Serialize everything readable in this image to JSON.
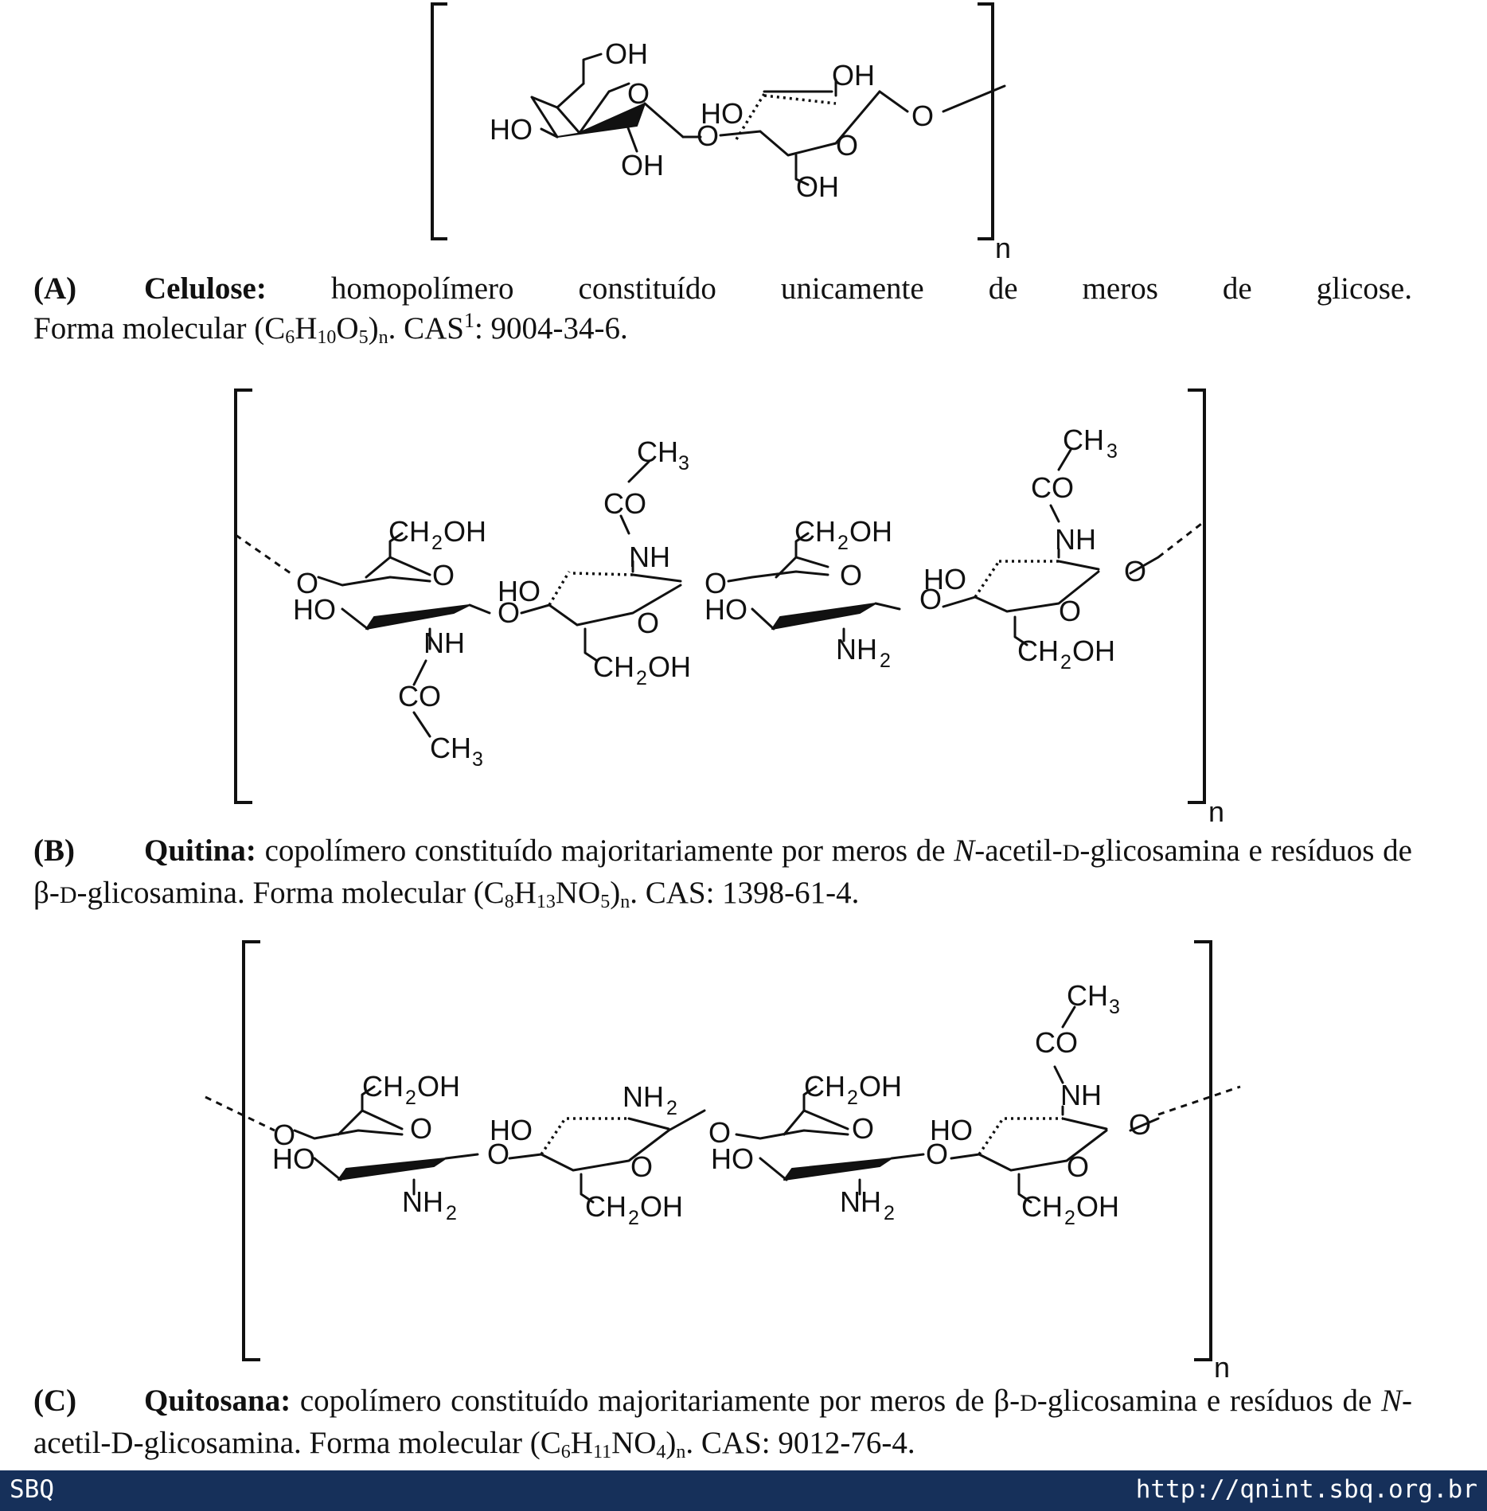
{
  "panel_a": {
    "labels": {
      "oh1": "OH",
      "oh2": "OH",
      "oh3": "OH",
      "oh4": "OH",
      "ho1": "HO",
      "ho2": "HO",
      "o1": "O",
      "o2": "O",
      "o3": "O",
      "o4": "O",
      "n": "n"
    },
    "caption": {
      "tag": "(A)",
      "name": "Celulose:",
      "text1": " homopolímero constituído unicamente de meros de glicose.",
      "text2": "Forma molecular (C",
      "s1": "6",
      "t1": "H",
      "s2": "10",
      "t2": "O",
      "s3": "5",
      "t3": ")",
      "s4": "n",
      "t4": ". CAS",
      "sup": "1",
      "t5": ": 9004-34-6."
    }
  },
  "panel_b": {
    "labels": {
      "ch3a": "CH",
      "ch3b": "CH",
      "ch3c": "CH",
      "three": "3",
      "co1": "CO",
      "co2": "CO",
      "co3": "CO",
      "nh1": "NH",
      "nh2": "NH",
      "nh3": "NH",
      "nh2g": "NH",
      "two": "2",
      "ch2oh1": "CH",
      "ch2oh2": "CH",
      "ch2oh3": "CH",
      "ch2oh4": "CH",
      "oh": "OH",
      "ho1": "HO",
      "ho2": "HO",
      "ho3": "HO",
      "ho4": "HO",
      "o": "O",
      "n": "n"
    },
    "caption": {
      "tag": "(B)",
      "name": "Quitina:",
      "text1": " copolímero constituído majoritariamente por meros de ",
      "italic_n": "N",
      "text2": "-acetil-",
      "smallcap_d": "D",
      "text3": "-glicosamina e resíduos de β-",
      "text4": "-glicosamina. Forma molecular (C",
      "s1": "8",
      "t1": "H",
      "s2": "13",
      "t2": "NO",
      "s3": "5",
      "t3": ")",
      "s4": "n",
      "t4": ". CAS: 1398-61-4."
    }
  },
  "panel_c": {
    "labels": {
      "ch3": "CH",
      "three": "3",
      "co": "CO",
      "nh": "NH",
      "nh2": "NH",
      "two": "2",
      "ch2oh": "CH",
      "oh": "OH",
      "ho": "HO",
      "o": "O",
      "n": "n"
    },
    "caption": {
      "tag": "(C)",
      "name": "Quitosana:",
      "text1": " copolímero constituído majoritariamente por meros de β-",
      "smallcap_d": "D",
      "text2": "-glicosamina e resíduos de ",
      "italic_n": "N",
      "text3": "-acetil-D-glicosamina. Forma molecular (C",
      "s1": "6",
      "t1": "H",
      "s2": "11",
      "t2": "NO",
      "s3": "4",
      "t3": ")",
      "s4": "n",
      "t4": ". CAS: 9012-76-4."
    }
  },
  "footer": {
    "left": "SBQ",
    "right": "http://qnint.sbq.org.br"
  }
}
